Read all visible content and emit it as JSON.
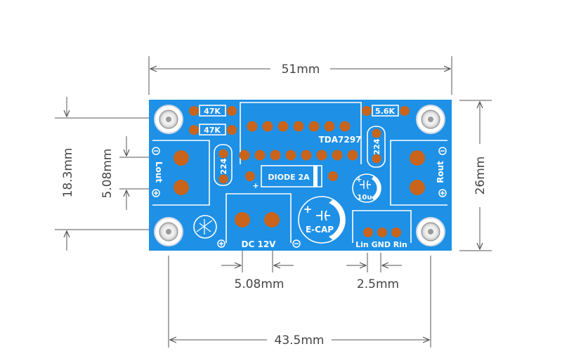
{
  "dimensions": {
    "width_top": "51mm",
    "height_right": "26mm",
    "height_left_outer": "18.3mm",
    "height_left_inner": "5.08mm",
    "pitch_dc": "5.08mm",
    "pitch_header": "2.5mm",
    "hole_spacing": "43.5mm"
  },
  "silkscreen": {
    "r1": "47K",
    "r2": "47K",
    "r3": "5.6K",
    "cap_left": "224",
    "cap_right": "224",
    "chip": "TDA7297",
    "diode": "DIODE 2A",
    "diode_plus": "+",
    "cap_small": "10u",
    "cap_small_plus": "+",
    "ecap": "E-CAP",
    "ecap_plus": "+",
    "dc": "DC 12V",
    "lin_gnd_rin": "Lin GND Rin",
    "lout": "Lout",
    "rout": "Rout"
  },
  "colors": {
    "board": "#1e90e6",
    "pad": "#c8641c",
    "silk": "#ffffff",
    "dim_line": "#555555"
  }
}
